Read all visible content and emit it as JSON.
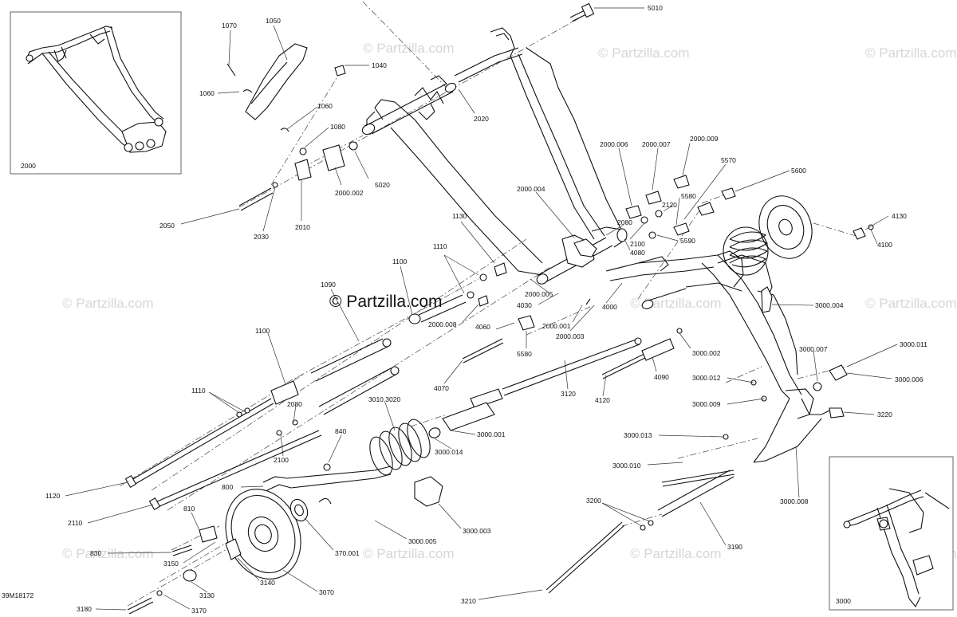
{
  "watermark": {
    "main": "© Partzilla.com",
    "faint": "© Partzilla.com"
  },
  "drawing_code": "39M18172",
  "insets": [
    {
      "label": "2000"
    },
    {
      "label": "3000"
    }
  ],
  "callouts": [
    "5010",
    "1070",
    "1050",
    "1040",
    "1060",
    "1060",
    "1080",
    "2020",
    "2000.002",
    "5020",
    "2010",
    "2030",
    "2050",
    "2000.006",
    "2000.007",
    "2000.009",
    "5570",
    "5600",
    "2000.004",
    "2080",
    "2120",
    "5580",
    "4130",
    "2100",
    "5590",
    "4100",
    "4080",
    "1130",
    "1110",
    "1100",
    "1090",
    "2000.005",
    "4030",
    "4000",
    "2000.008",
    "2000.001",
    "2000.003",
    "4060",
    "5580",
    "3000.004",
    "3000.002",
    "1100",
    "4070",
    "3120",
    "4090",
    "3000.007",
    "3000.011",
    "3000.006",
    "4120",
    "3000.012",
    "3000.009",
    "3220",
    "1110",
    "2080",
    "3010,3020",
    "3000.001",
    "840",
    "3000.014",
    "3000.013",
    "2100",
    "3000.010",
    "1120",
    "800",
    "3000.008",
    "810",
    "2110",
    "3000.003",
    "3200",
    "830",
    "370.001",
    "3000.005",
    "3190",
    "3150",
    "3140",
    "3130",
    "3070",
    "3210",
    "3180",
    "3170"
  ]
}
